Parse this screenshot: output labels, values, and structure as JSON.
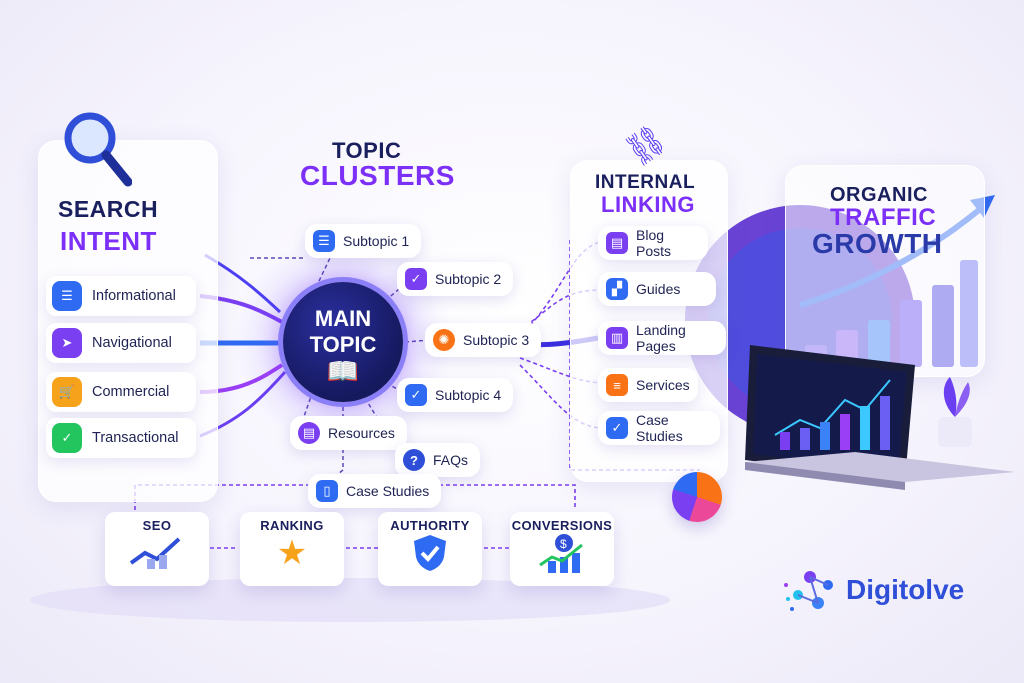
{
  "search_intent": {
    "title_line1": "SEARCH",
    "title_line2": "INTENT",
    "items": [
      {
        "label": "Informational",
        "icon": "document-icon",
        "color": "#2f6bf2"
      },
      {
        "label": "Navigational",
        "icon": "navigation-arrow-icon",
        "color": "#7b3ff2"
      },
      {
        "label": "Commercial",
        "icon": "shopping-cart-icon",
        "color": "#f7a21b"
      },
      {
        "label": "Transactional",
        "icon": "checkmark-icon",
        "color": "#22c55e"
      }
    ]
  },
  "topic_clusters": {
    "title_line1": "TOPIC",
    "title_line2": "CLUSTERS",
    "main_line1": "MAIN",
    "main_line2": "TOPIC",
    "subtopics": [
      "Subtopic 1",
      "Subtopic 2",
      "Subtopic 3",
      "Subtopic 4"
    ],
    "resources": [
      "Resources",
      "FAQs",
      "Case Studies"
    ]
  },
  "internal_linking": {
    "title_line1": "INTERNAL",
    "title_line2": "LINKING",
    "items": [
      "Blog Posts",
      "Guides",
      "Landing Pages",
      "Services",
      "Case Studies"
    ]
  },
  "organic_growth": {
    "title_line1": "ORGANIC",
    "title_line2": "TRAFFIC",
    "title_line3": "GROWTH"
  },
  "metrics": [
    "SEO",
    "RANKING",
    "AUTHORITY",
    "CONVERSIONS"
  ],
  "brand": {
    "name": "Digitolve"
  },
  "colors": {
    "navy": "#1a1f5e",
    "purple": "#7b2ff7",
    "blue": "#2f6bf2",
    "orange": "#f97316"
  }
}
